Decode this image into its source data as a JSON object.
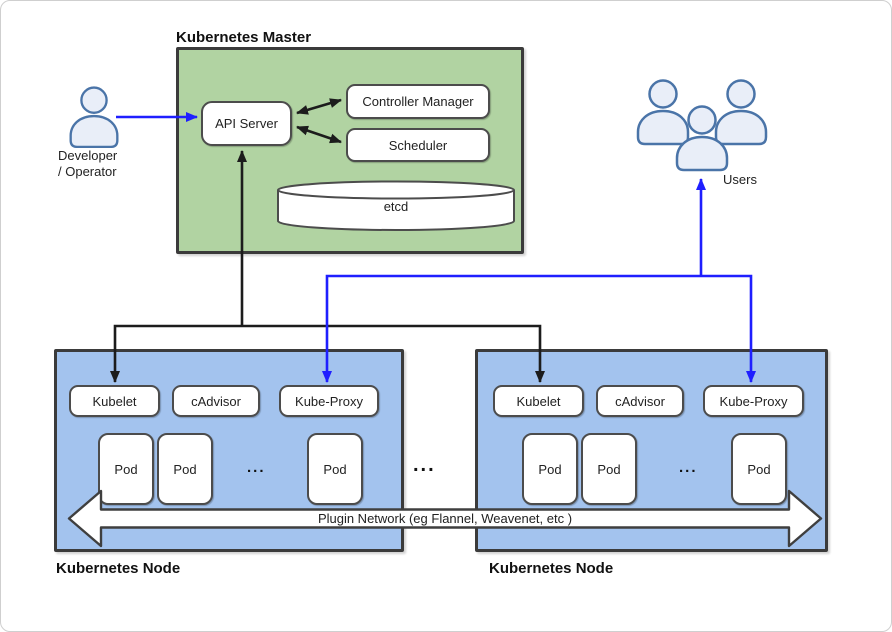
{
  "diagram": {
    "master": {
      "title": "Kubernetes Master",
      "components": {
        "api_server": "API Server",
        "controller_manager": "Controller Manager",
        "scheduler": "Scheduler",
        "etcd": "etcd"
      }
    },
    "actors": {
      "developer_label_line1": "Developer",
      "developer_label_line2": "/ Operator",
      "users_label": "Users"
    },
    "nodes": [
      {
        "title": "Kubernetes Node",
        "components": {
          "kubelet": "Kubelet",
          "cadvisor": "cAdvisor",
          "kube_proxy": "Kube-Proxy"
        },
        "pods": [
          "Pod",
          "Pod",
          "Pod"
        ],
        "pods_ellipsis": "..."
      },
      {
        "title": "Kubernetes Node",
        "components": {
          "kubelet": "Kubelet",
          "cadvisor": "cAdvisor",
          "kube_proxy": "Kube-Proxy"
        },
        "pods": [
          "Pod",
          "Pod",
          "Pod"
        ],
        "pods_ellipsis": "..."
      }
    ],
    "nodes_ellipsis": "...",
    "plugin_network_label": "Plugin Network (eg Flannel, Weavenet, etc )",
    "colors": {
      "master_bg": "#b1d3a2",
      "node_bg": "#a3c3ee",
      "arrow_black": "#1c1c1c",
      "arrow_blue": "#1f1fff",
      "box_border": "#3b3b3b",
      "person_stroke": "#4a74a8",
      "person_fill": "#e9eef8"
    }
  }
}
